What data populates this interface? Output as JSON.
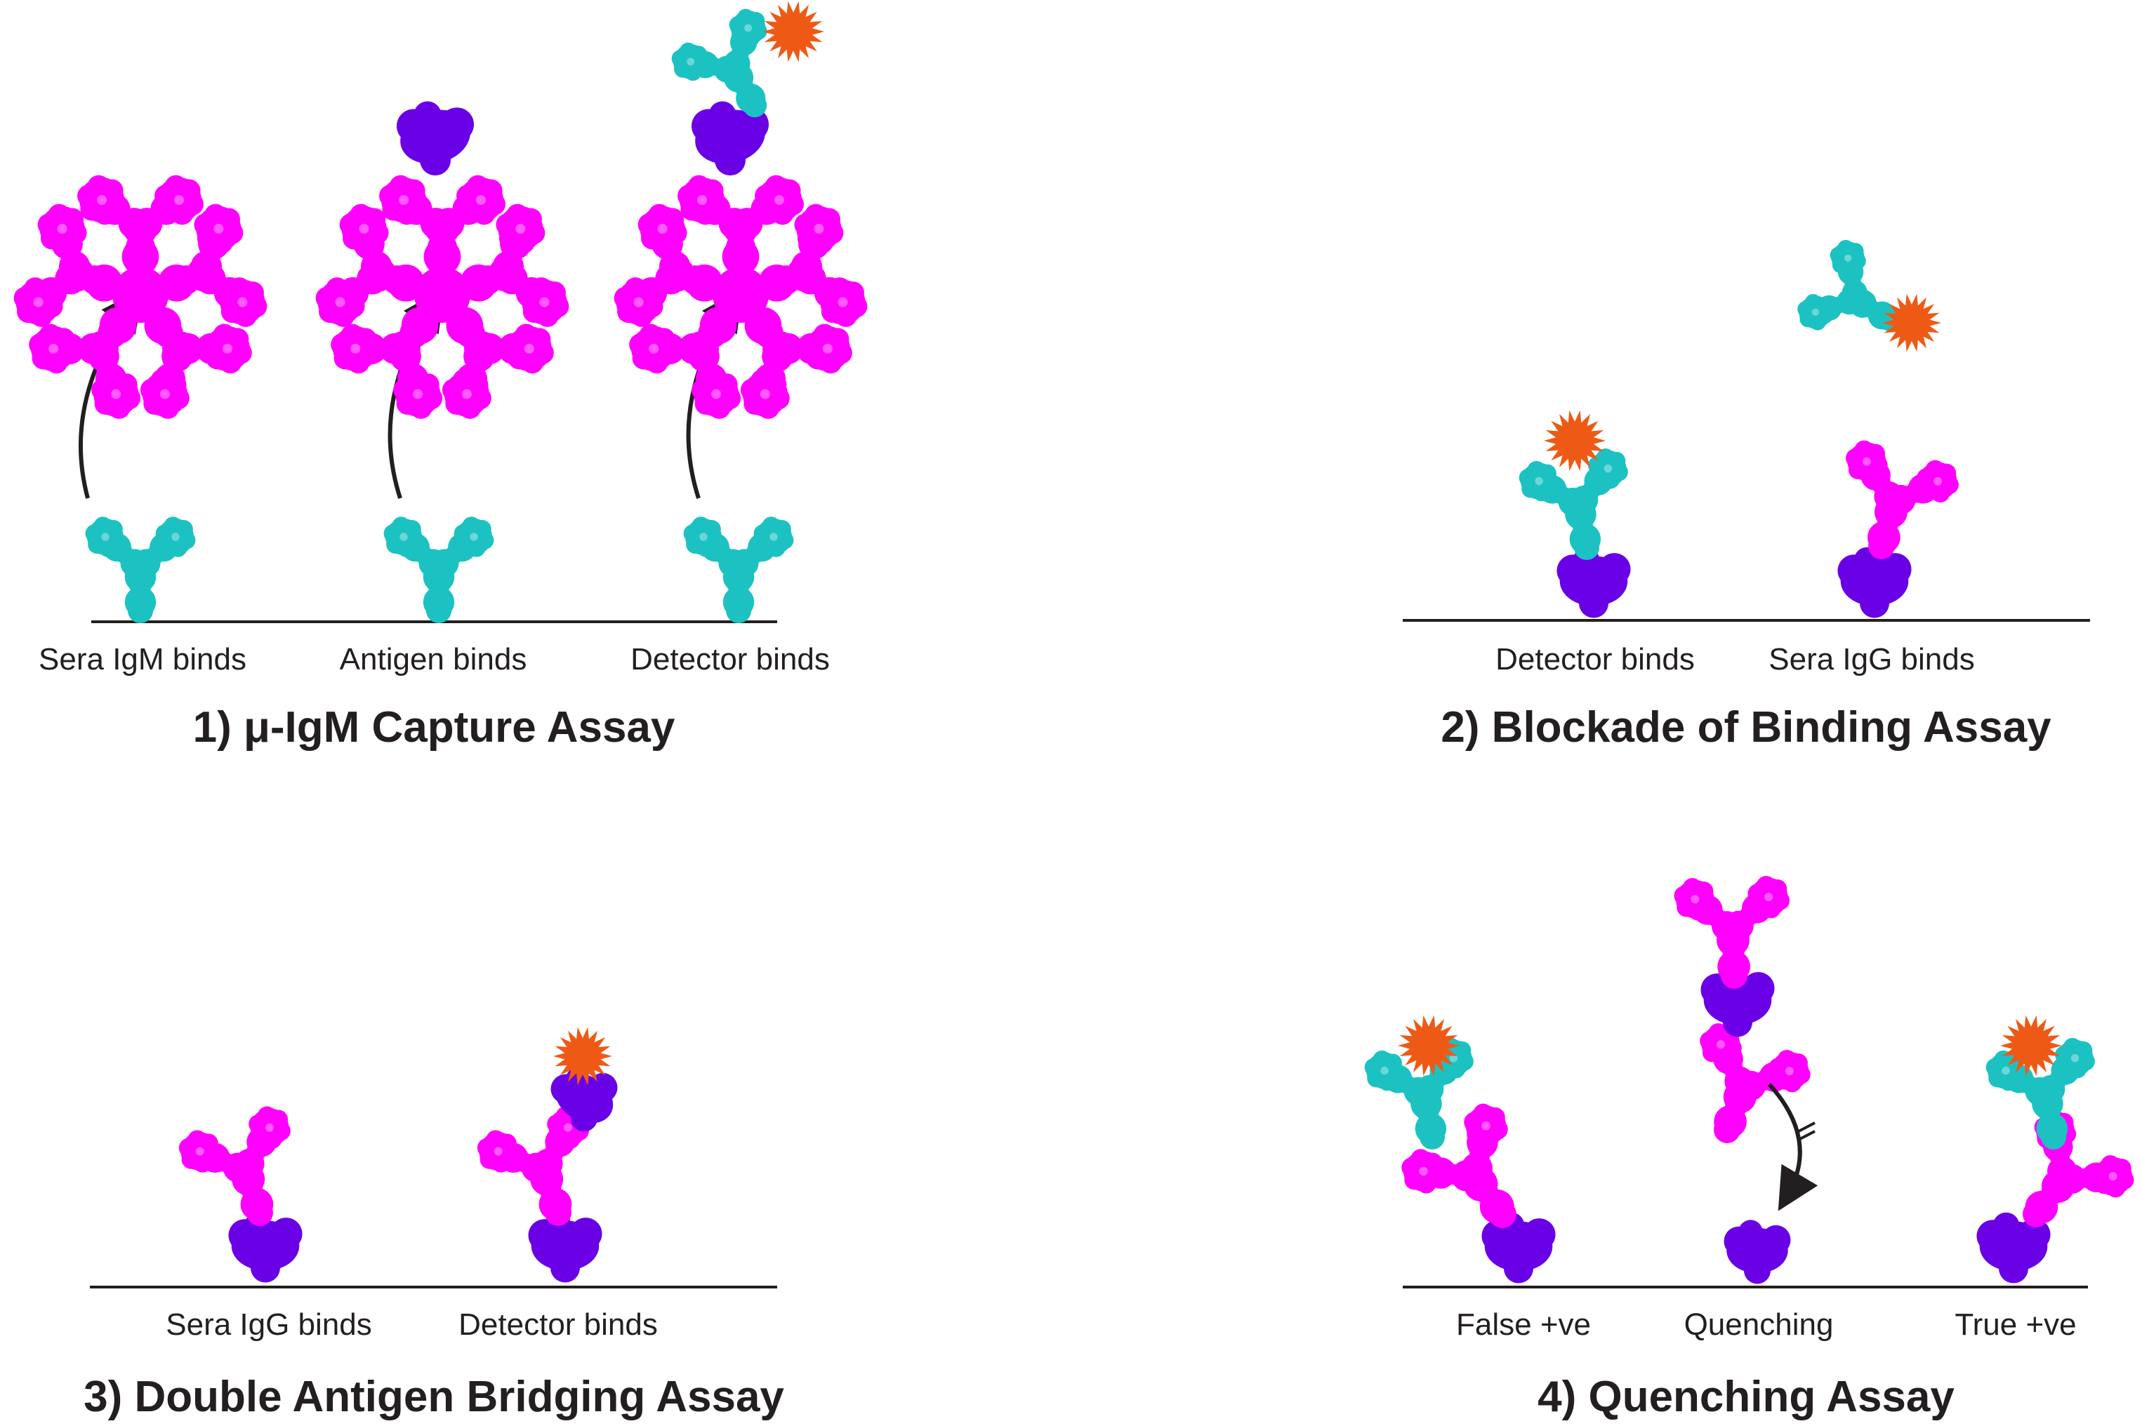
{
  "panels": [
    {
      "title": "1) μ-IgM Capture Assay",
      "steps": [
        "Sera IgM binds",
        "Antigen binds",
        "Detector binds"
      ]
    },
    {
      "title": "2) Blockade of Binding Assay",
      "steps": [
        "Detector binds",
        "Sera IgG binds"
      ]
    },
    {
      "title": "3) Double Antigen Bridging Assay",
      "steps": [
        "Sera IgG binds",
        "Detector binds"
      ]
    },
    {
      "title": "4) Quenching Assay",
      "steps": [
        "False +ve",
        "Quenching",
        "True +ve"
      ]
    }
  ],
  "colors": {
    "igm": "#ff00ff",
    "capture_antibody": "#1cc2c2",
    "antigen": "#6a00e6",
    "detector_label": "#ee5a16",
    "line": "#231f20",
    "text": "#231f20"
  }
}
